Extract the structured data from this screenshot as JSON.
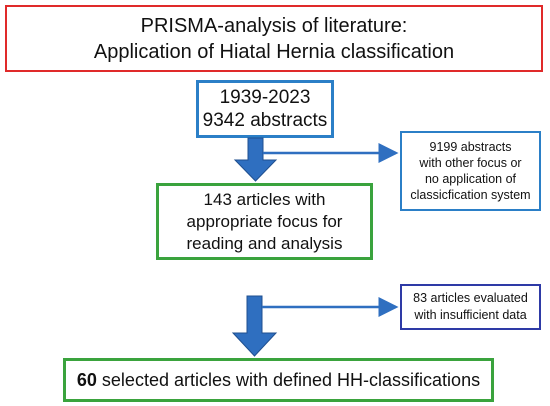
{
  "title": {
    "line1": "PRISMA-analysis of literature:",
    "line2": "Application of  Hiatal Hernia classification"
  },
  "identification": {
    "years": "1939-2023",
    "abstracts": "9342 abstracts"
  },
  "exclusion_1": {
    "line1": "9199 abstracts",
    "line2": "with other focus or",
    "line3": "no application of",
    "line4": "classicfication system"
  },
  "screening": {
    "line1": "143 articles with",
    "line2": "appropriate focus for",
    "line3": "reading and analysis"
  },
  "exclusion_2": {
    "line1": "83 articles evaluated",
    "line2": "with insufficient data"
  },
  "included": {
    "count": "60",
    "text": "selected articles with defined HH-classifications"
  },
  "colors": {
    "title_border": "#e02a2a",
    "blue_border": "#2b7fc7",
    "green_border": "#3aa33d",
    "navy_border": "#2e3aa6",
    "arrow_fill": "#2f6fc0"
  }
}
